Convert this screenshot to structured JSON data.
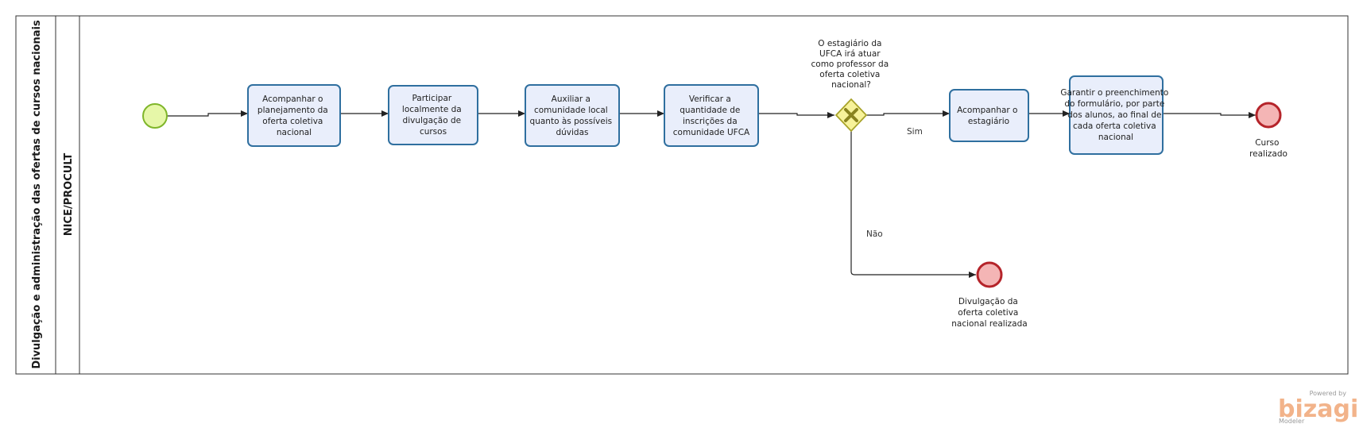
{
  "pool": {
    "title": "Divulgação e administração das ofertas de cursos nacionais",
    "lane": "NICE/PROCULT"
  },
  "tasks": {
    "t1": [
      "Acompanhar o",
      "planejamento da",
      "oferta coletiva",
      "nacional"
    ],
    "t2": [
      "Participar",
      "localmente da",
      "divulgação de",
      "cursos"
    ],
    "t3": [
      "Auxiliar a",
      "comunidade local",
      "quanto às possíveis",
      "dúvidas"
    ],
    "t4": [
      "Verificar a",
      "quantidade de",
      "inscrições da",
      "comunidade UFCA"
    ],
    "t5": [
      "Acompanhar o",
      "estagiário"
    ],
    "t6": [
      "Garantir o preenchimento",
      "do formulário, por parte",
      "dos alunos, ao final de",
      "cada oferta coletiva",
      "nacional"
    ]
  },
  "gateway": {
    "question": [
      "O estagiário da",
      "UFCA irá atuar",
      "como professor da",
      "oferta coletiva",
      "nacional?"
    ],
    "yes": "Sim",
    "no": "Não"
  },
  "end_events": {
    "curso": [
      "Curso",
      "realizado"
    ],
    "divulgacao": [
      "Divulgação da",
      "oferta coletiva",
      "nacional realizada"
    ]
  },
  "branding": {
    "powered_by": "Powered by",
    "name": "bizagi",
    "product": "Modeler"
  }
}
